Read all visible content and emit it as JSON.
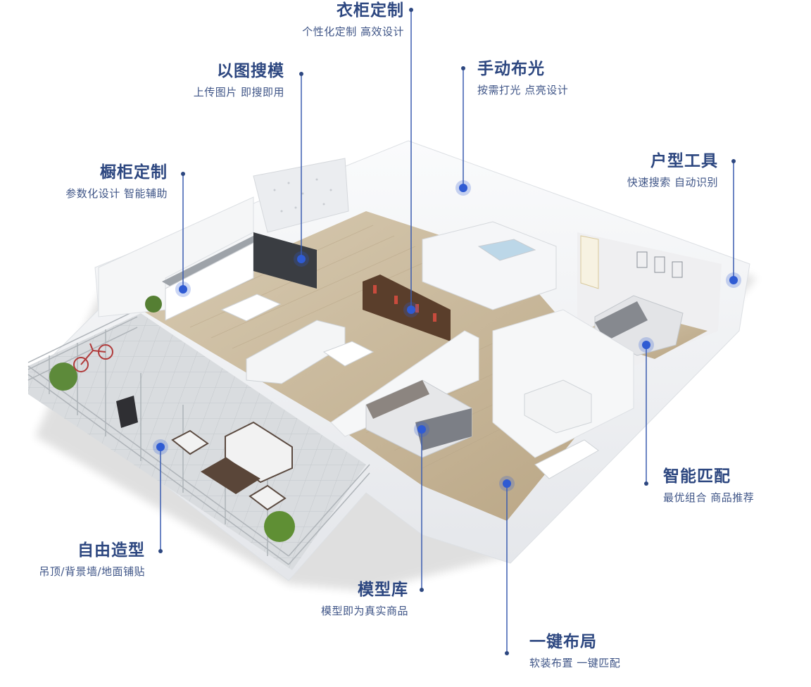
{
  "colors": {
    "accent": "#2d4780",
    "marker": "#2f5bd3",
    "line": "#3b5db0",
    "floor_wood": "#c9b89a",
    "wall": "#f1f2f4",
    "terrace_tile": "#d6d9dc"
  },
  "features": [
    {
      "id": "wardrobe",
      "title": "衣柜定制",
      "subtitle": "个性化定制 高效设计"
    },
    {
      "id": "image-search",
      "title": "以图搜模",
      "subtitle": "上传图片 即搜即用"
    },
    {
      "id": "manual-lighting",
      "title": "手动布光",
      "subtitle": "按需打光 点亮设计"
    },
    {
      "id": "cabinet",
      "title": "橱柜定制",
      "subtitle": "参数化设计 智能辅助"
    },
    {
      "id": "floorplan-tool",
      "title": "户型工具",
      "subtitle": "快速搜索 自动识别"
    },
    {
      "id": "smart-match",
      "title": "智能匹配",
      "subtitle": "最优组合 商品推荐"
    },
    {
      "id": "free-modeling",
      "title": "自由造型",
      "subtitle": "吊顶/背景墙/地面铺贴"
    },
    {
      "id": "model-library",
      "title": "模型库",
      "subtitle": "模型即为真实商品"
    },
    {
      "id": "one-click-layout",
      "title": "一键布局",
      "subtitle": "软装布置 一键匹配"
    }
  ],
  "image": {
    "icon": "isometric-apartment-floorplan"
  }
}
